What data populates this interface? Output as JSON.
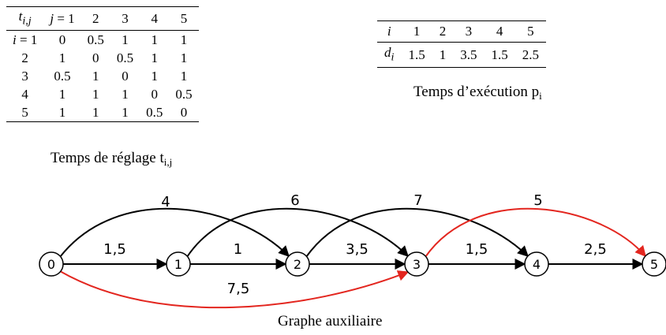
{
  "setup_table": {
    "header": [
      "t_{i,j}",
      "j = 1",
      "2",
      "3",
      "4",
      "5"
    ],
    "header_parts": {
      "t": "t",
      "t_sub": "i,j",
      "j_eq": "j",
      "j_rest": " = 1"
    },
    "rows": [
      [
        "i = 1",
        "0",
        "0.5",
        "1",
        "1",
        "1"
      ],
      [
        "2",
        "1",
        "0",
        "0.5",
        "1",
        "1"
      ],
      [
        "3",
        "0.5",
        "1",
        "0",
        "1",
        "1"
      ],
      [
        "4",
        "1",
        "1",
        "1",
        "0",
        "0.5"
      ],
      [
        "5",
        "1",
        "1",
        "1",
        "0.5",
        "0"
      ]
    ],
    "first_row_label": {
      "i": "i",
      "rest": " = 1"
    },
    "caption": {
      "text": "Temps de réglage t",
      "sub": "i,j"
    }
  },
  "exec_table": {
    "header_label": "i",
    "header": [
      "1",
      "2",
      "3",
      "4",
      "5"
    ],
    "row_label": {
      "d": "d",
      "sub": "i"
    },
    "values": [
      "1.5",
      "1",
      "3.5",
      "1.5",
      "2.5"
    ],
    "caption": {
      "text": "Temps d’exécution p",
      "sub": "i"
    }
  },
  "graph": {
    "caption": "Graphe auxiliaire",
    "nodes": [
      "0",
      "1",
      "2",
      "3",
      "4",
      "5"
    ],
    "colors": {
      "normal": "#000000",
      "highlight": "#e3261f"
    },
    "edges": [
      {
        "from": 0,
        "to": 1,
        "label": "1,5",
        "highlight": false
      },
      {
        "from": 1,
        "to": 2,
        "label": "1",
        "highlight": false
      },
      {
        "from": 2,
        "to": 3,
        "label": "3,5",
        "highlight": false
      },
      {
        "from": 3,
        "to": 4,
        "label": "1,5",
        "highlight": false
      },
      {
        "from": 4,
        "to": 5,
        "label": "2,5",
        "highlight": false
      },
      {
        "from": 0,
        "to": 2,
        "label": "4",
        "highlight": false
      },
      {
        "from": 1,
        "to": 3,
        "label": "6",
        "highlight": false
      },
      {
        "from": 2,
        "to": 4,
        "label": "7",
        "highlight": false
      },
      {
        "from": 3,
        "to": 5,
        "label": "5",
        "highlight": true
      },
      {
        "from": 0,
        "to": 3,
        "label": "7,5",
        "highlight": true
      }
    ]
  }
}
